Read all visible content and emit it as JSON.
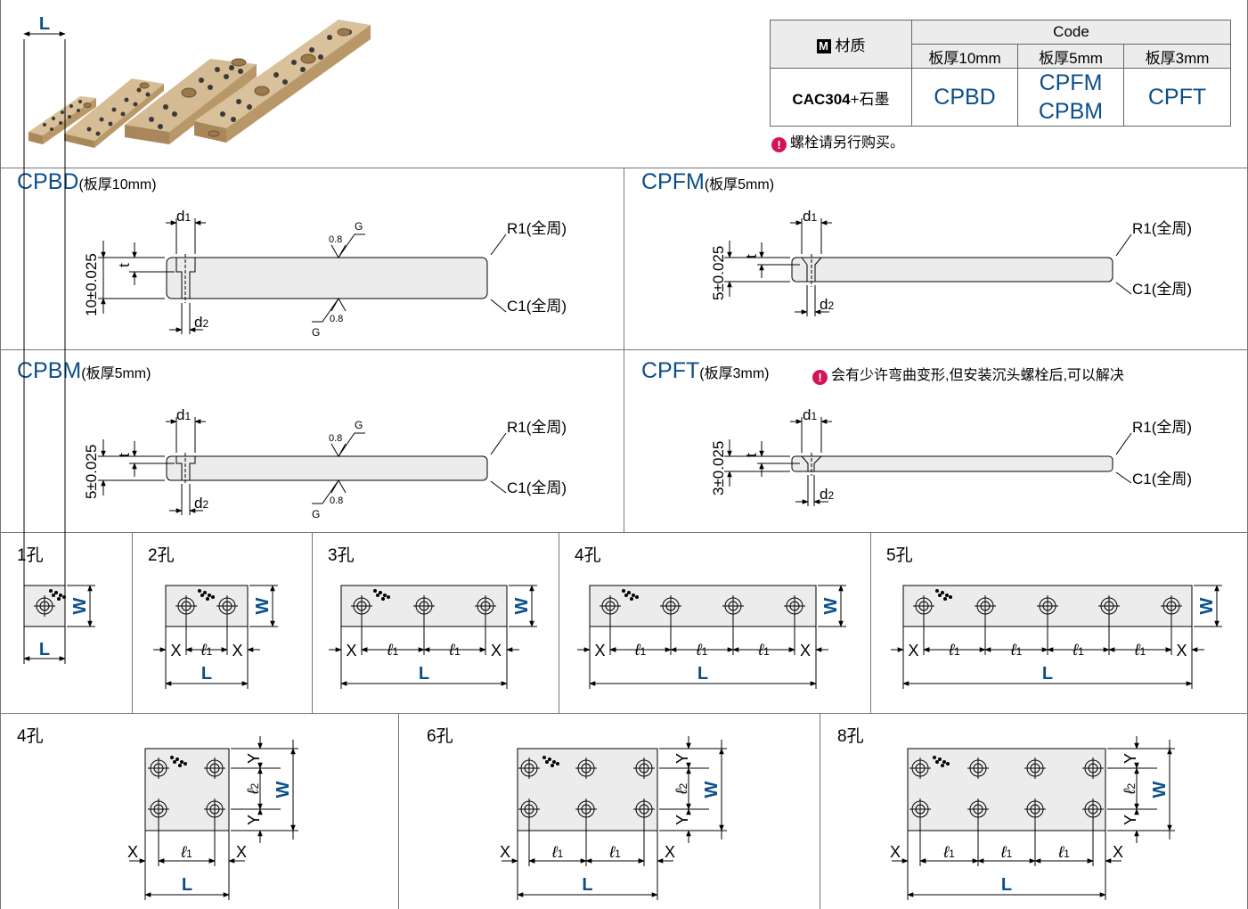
{
  "table": {
    "material_header": "材质",
    "m_badge": "M",
    "code_header": "Code",
    "col_10": "板厚10mm",
    "col_5": "板厚5mm",
    "col_3": "板厚3mm",
    "material": "CAC304",
    "material_plus": "+石墨",
    "code_10": "CPBD",
    "code_5a": "CPFM",
    "code_5b": "CPBM",
    "code_3": "CPFT",
    "bolt_note": "螺栓请另行购买。"
  },
  "sections": {
    "cpbd": {
      "title": "CPBD",
      "sub": "(板厚10mm)",
      "thickness": "10±0.025"
    },
    "cpfm": {
      "title": "CPFM",
      "sub": "(板厚5mm)",
      "thickness": "5±0.025"
    },
    "cpbm": {
      "title": "CPBM",
      "sub": "(板厚5mm)",
      "thickness": "5±0.025"
    },
    "cpft": {
      "title": "CPFT",
      "sub": "(板厚3mm)",
      "thickness": "3±0.025",
      "note": "会有少许弯曲变形,但安装沉头螺栓后,可以解决"
    }
  },
  "labels": {
    "d1": "d",
    "d2": "d",
    "sub1": "1",
    "sub2": "2",
    "t": "t",
    "r1": "R1(全周)",
    "c1": "C1(全周)",
    "g": "G",
    "roughness": "0.8",
    "L": "L",
    "W": "W",
    "X": "X",
    "Y": "Y",
    "l": "ℓ"
  },
  "holes": {
    "h1": "1孔",
    "h2": "2孔",
    "h3": "3孔",
    "h4": "4孔",
    "h5": "5孔",
    "h4b": "4孔",
    "h6": "6孔",
    "h8": "8孔"
  },
  "colors": {
    "accent": "#0b4f8a",
    "warning": "#d4145a",
    "plate": "#ececec",
    "bronze": "#c9a878"
  }
}
